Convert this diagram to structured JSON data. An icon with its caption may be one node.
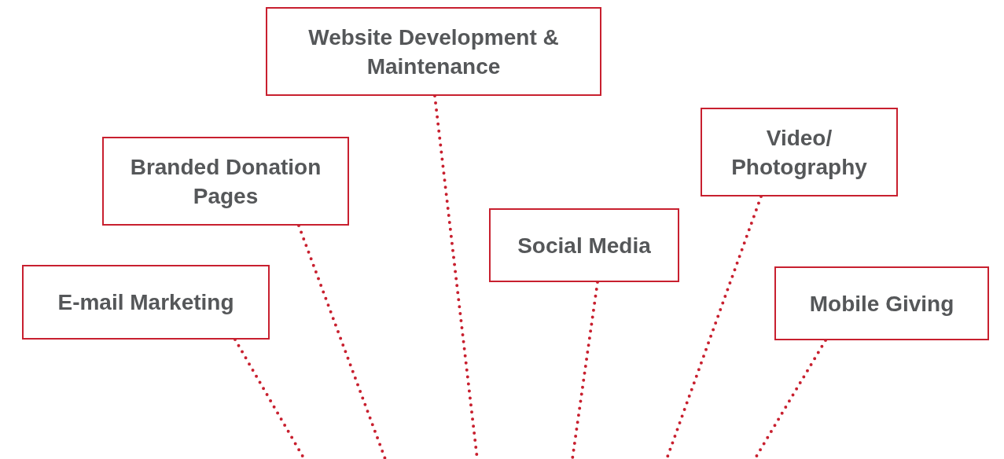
{
  "diagram": {
    "nodes": [
      {
        "text": [
          "Website Development & Maintenance"
        ]
      },
      {
        "text": [
          "Video/ Photography"
        ]
      },
      {
        "text": [
          "Branded Donation Pages"
        ]
      },
      {
        "text": [
          "Social Media"
        ]
      },
      {
        "text": [
          "E-mail Marketing"
        ]
      },
      {
        "text": [
          "Mobile Giving"
        ]
      }
    ],
    "edges": [
      {
        "from": 0,
        "to": null,
        "arrow": "none",
        "style": "dashed"
      },
      {
        "from": 1,
        "to": null,
        "arrow": "none",
        "style": "dashed"
      },
      {
        "from": 2,
        "to": null,
        "arrow": "none",
        "style": "dashed"
      },
      {
        "from": 3,
        "to": null,
        "arrow": "none",
        "style": "dashed"
      },
      {
        "from": 4,
        "to": null,
        "arrow": "none",
        "style": "dashed"
      },
      {
        "from": 5,
        "to": null,
        "arrow": "none",
        "style": "dashed"
      }
    ]
  }
}
